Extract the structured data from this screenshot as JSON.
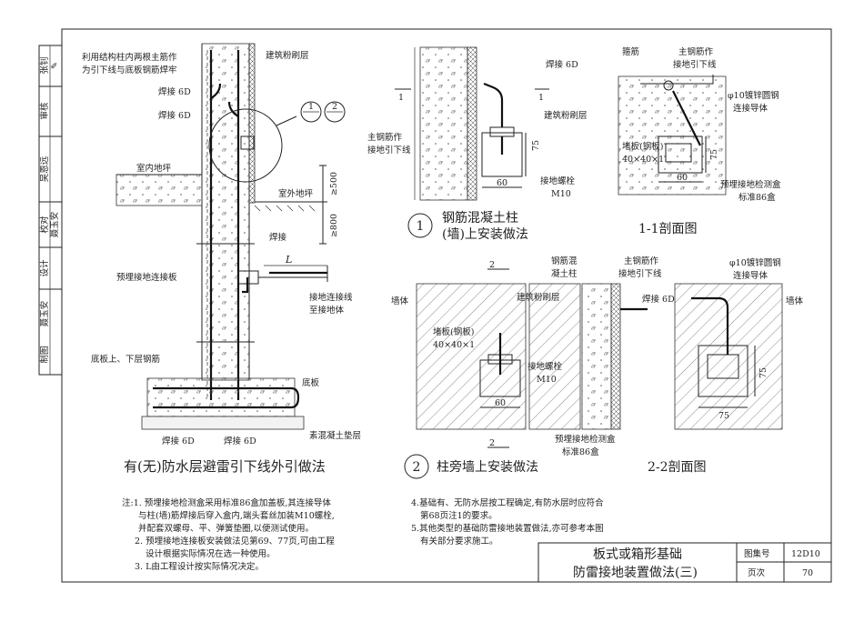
{
  "side_panel": {
    "cells": [
      {
        "role": "制图",
        "name": ""
      },
      {
        "role": "设计",
        "name": "聂玉安"
      },
      {
        "role": "校对",
        "name": "聂玉安"
      },
      {
        "role": "审核",
        "name": "吴恩远"
      },
      {
        "role": "张钊",
        "name": ""
      }
    ],
    "signature_role": "张钊",
    "role_审核": "审核",
    "role_校对": "校对",
    "role_设计": "设计",
    "role_制图": "制图",
    "name_审核": "吴恩远",
    "name_校对": "聂玉安",
    "name_设计": "聂玉安"
  },
  "left_detail": {
    "label_main_rebar": "利用结构柱内两根主筋作",
    "label_main_rebar_2": "为引下线与底板钢筋焊牢",
    "label_plaster": "建筑粉刷层",
    "weld1": "焊接 6D",
    "weld2": "焊接 6D",
    "circle1": "1",
    "circle2": "2",
    "indoor_floor": "室内地坪",
    "outdoor_floor": "室外地坪",
    "dim_500": "≥500",
    "dim_800": "≥800",
    "weld3": "焊接",
    "dim_L": "L",
    "embedded_plate": "预埋接地连接板",
    "conn_line": "接地连接线",
    "conn_line_2": "至接地体",
    "bottom_rebar": "底板上、下层钢筋",
    "slab": "底板",
    "cushion": "素混凝土垫层",
    "weld4": "焊接 6D",
    "weld5": "焊接 6D",
    "caption": "有(无)防水层避雷引下线外引做法"
  },
  "detail1": {
    "weld": "焊接 6D",
    "section_mark": "1",
    "plaster": "建筑粉刷层",
    "main_rebar": "主钢筋作",
    "main_rebar_2": "接地引下线",
    "bolt": "接地螺栓",
    "bolt_2": "M10",
    "dim_60": "60",
    "dim_75": "75",
    "number": "1",
    "caption_1": "钢筋混凝土柱",
    "caption_2": "(墙)上安装做法"
  },
  "section11": {
    "stirrup": "箍筋",
    "main_rebar": "主钢筋作",
    "main_rebar_2": "接地引下线",
    "steel_bar": "φ10镀锌圆钢",
    "steel_bar_2": "连接导体",
    "plate": "堵板(钢板)",
    "plate_size": "40×40×1",
    "dim_60": "60",
    "dim_75": "75",
    "box": "预埋接地检测盒",
    "box_2": "标准86盒",
    "caption": "1-1剖面图"
  },
  "detail2": {
    "section_mark": "2",
    "column": "钢筋混",
    "column_2": "凝土柱",
    "main_rebar": "主钢筋作",
    "main_rebar_2": "接地引下线",
    "plaster": "建筑粉刷层",
    "wall_left": "墙体",
    "plate": "堵板(钢板)",
    "plate_size": "40×40×1",
    "weld": "焊接 6D",
    "bolt": "接地螺栓",
    "bolt_2": "M10",
    "dim_60": "60",
    "box": "预埋接地检测盒",
    "box_2": "标准86盒",
    "number": "2",
    "caption": "柱旁墙上安装做法"
  },
  "section22": {
    "steel_bar": "φ10镀锌圆钢",
    "steel_bar_2": "连接导体",
    "wall_right": "墙体",
    "dim_75h": "75",
    "dim_75v": "75",
    "caption": "2-2剖面图"
  },
  "notes_left": [
    "注:1. 预埋接地检测盒采用标准86盒加盖板,其连接导体",
    "与柱(墙)筋焊接后穿入盒内,端头套丝加装M10螺栓,",
    "并配套双螺母、平、弹簧垫圈,以便测试使用。",
    "2. 预埋接地连接板安装做法见第69、77页,可由工程",
    "设计根据实际情况在选一种使用。",
    "3. L由工程设计按实际情况决定。"
  ],
  "notes_right": [
    "4.基础有、无防水层按工程确定,有防水层时应符合",
    "第68页注1的要求。",
    "5.其他类型的基础防雷接地装置做法,亦可参考本图",
    "有关部分要求施工。"
  ],
  "title_block": {
    "title_1": "板式或箱形基础",
    "title_2": "防雷接地装置做法(三)",
    "atlas_label": "图集号",
    "atlas_no": "12D10",
    "page_label": "页次",
    "page_no": "70"
  }
}
